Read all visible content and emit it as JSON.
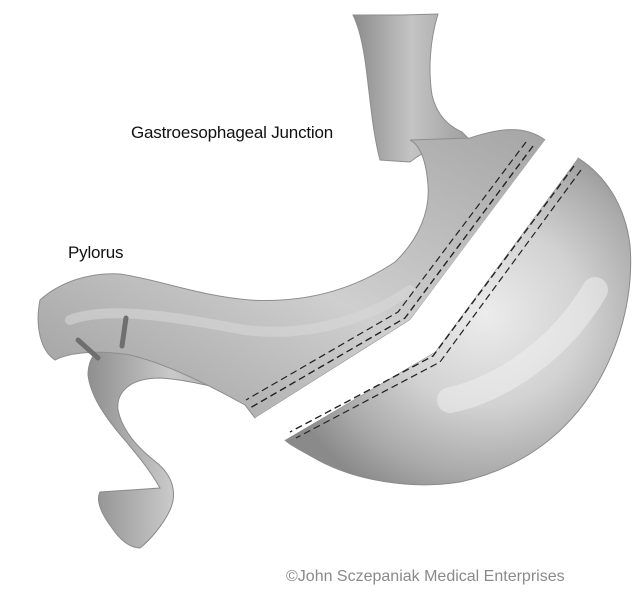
{
  "labels": {
    "ge_junction": "Gastroesophageal Junction",
    "pylorus": "Pylorus"
  },
  "copyright": "©John Sczepaniak Medical Enterprises",
  "colors": {
    "tissue_dark": "#8e8e8e",
    "tissue_mid": "#b4b4b4",
    "tissue_light": "#e6e6e6",
    "staple_line": "#222222",
    "background": "#ffffff"
  }
}
